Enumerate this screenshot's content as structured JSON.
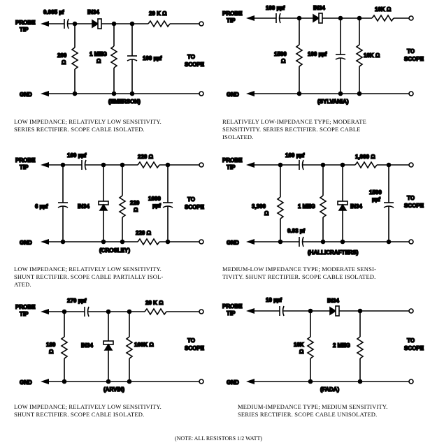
{
  "common": {
    "probe": [
      "PROBE",
      "TIP"
    ],
    "gnd": "GND",
    "scope": [
      "TO",
      "SCOPE"
    ]
  },
  "circuits": [
    {
      "brand": "(EMERSON)",
      "labels": [
        "0.005 µf",
        "IN34",
        "20 K Ω",
        "200",
        "Ω",
        "1 MEG",
        "Ω",
        "100 µµf"
      ],
      "description": [
        "LOW IMPEDANCE; RELATIVELY LOW SENSITIVITY.",
        "SERIES RECTIFIER.  SCOPE CABLE ISOLATED."
      ]
    },
    {
      "brand": "(SYLVANIA)",
      "labels": [
        "100 µµf",
        "IN34",
        "10K Ω",
        "1500",
        "Ω",
        "100 µµf",
        "10K Ω"
      ],
      "description": [
        "RELATIVELY LOW-IMPEDANCE TYPE; MODERATE",
        "SENSITIVITY.  SERIES RECTIFIER.  SCOPE CABLE",
        "ISOLATED."
      ]
    },
    {
      "brand": "(CROSLEY)",
      "labels": [
        "100 µµf",
        "220 Ω",
        "6 µµf",
        "IN34",
        "220",
        "Ω",
        "1000",
        "µµf",
        "220 Ω"
      ],
      "description": [
        "LOW IMPEDANCE; RELATIVELY LOW SENSITIVITY.",
        "SHUNT RECTIFIER.  SCOPE CABLE PARTIALLY ISOL-",
        "ATED."
      ]
    },
    {
      "brand": "(HALLICRAFTERS)",
      "labels": [
        "100 µµf",
        "1,000 Ω",
        "3,300",
        "Ω",
        "1 MEG",
        "IN34",
        "1500",
        "µµf",
        "0.03 µf"
      ],
      "description": [
        "MEDIUM-LOW IMPEDANCE TYPE; MODERATE SENSI-",
        "TIVITY.  SHUNT RECTIFIER.  SCOPE CABLE ISOLATED."
      ]
    },
    {
      "brand": "(ARVIN)",
      "labels": [
        "270 µµf",
        "20 K Ω",
        "180",
        "Ω",
        "IN34",
        "100K Ω"
      ],
      "description": [
        "LOW IMPEDANCE; RELATIVELY LOW SENSITIVITY.",
        "SHUNT RECTIFIER.  SCOPE CABLE ISOLATED."
      ]
    },
    {
      "brand": "(FADA)",
      "labels": [
        "10 µµf",
        "IN34",
        "10K",
        "Ω",
        "2 MEG"
      ],
      "description": [
        "MEDIUM-IMPEDANCE TYPE; MEDIUM SENSITIVITY.",
        "SERIES RECTIFIER.  SCOPE CABLE UNISOLATED."
      ]
    }
  ],
  "footnote": "(NOTE:  ALL RESISTORS 1/2 WATT)"
}
